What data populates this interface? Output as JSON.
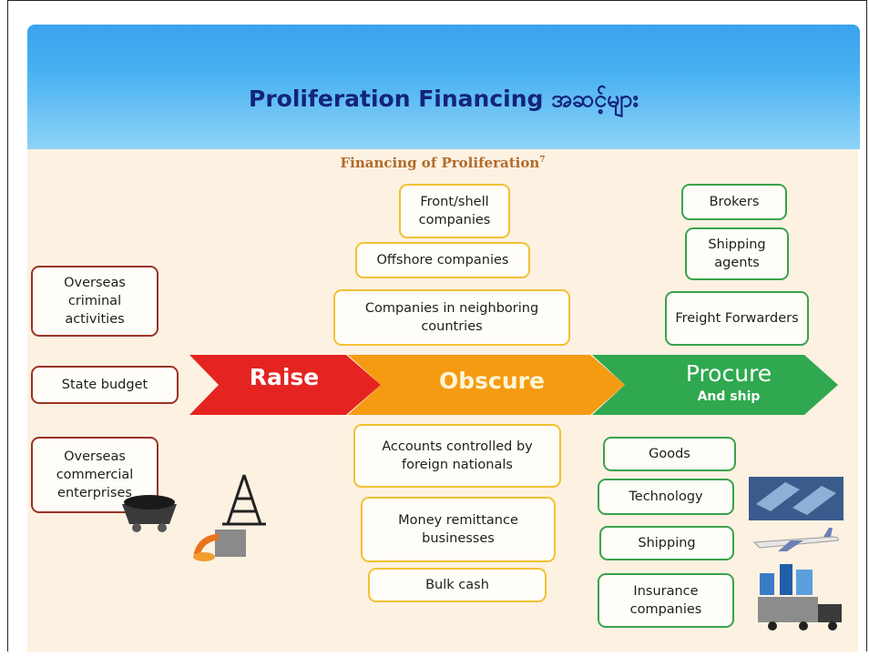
{
  "banner": {
    "title": "Proliferation Financing အဆင့်များ"
  },
  "figure": {
    "subtitle": "Financing of Proliferation",
    "footnote_marker": "7"
  },
  "flow": {
    "raise": {
      "label": "Raise"
    },
    "obscure": {
      "label": "Obscure"
    },
    "procure": {
      "label": "Procure",
      "sublabel": "And ship"
    }
  },
  "raise_sources": [
    "Overseas criminal activities",
    "State budget",
    "Overseas commercial enterprises"
  ],
  "obscure_above": [
    "Front/shell companies",
    "Offshore companies",
    "Companies in neighboring countries"
  ],
  "obscure_below": [
    "Accounts controlled by foreign nationals",
    "Money remittance businesses",
    "Bulk cash"
  ],
  "procure_above": [
    "Brokers",
    "Shipping agents",
    "Freight Forwarders"
  ],
  "procure_below": [
    "Goods",
    "Technology",
    "Shipping",
    "Insurance companies"
  ],
  "colors": {
    "raise": "#e52421",
    "obscure": "#f49b12",
    "procure": "#2fa84f",
    "banner": "#3aa3ee",
    "title_text": "#14237a"
  },
  "icons": [
    "coal-cart-icon",
    "oil-derrick-icon",
    "molten-metal-icon",
    "solar-panels-icon",
    "airplane-icon",
    "port-cranes-icon",
    "truck-icon"
  ]
}
